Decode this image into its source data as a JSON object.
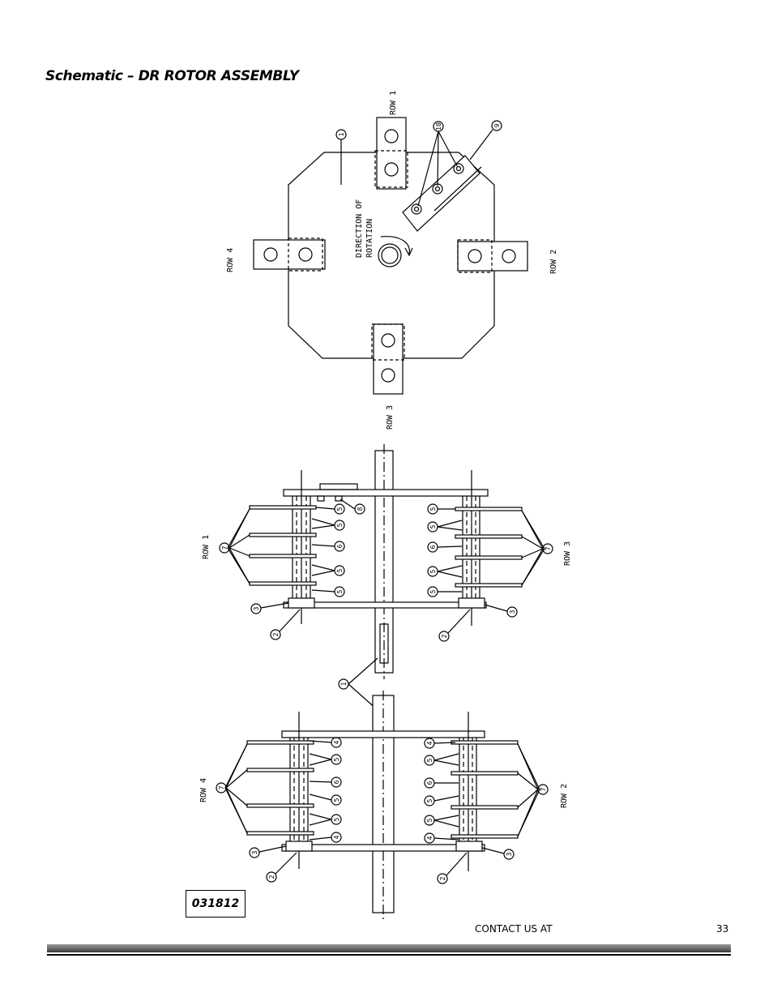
{
  "title": "Schematic – DR ROTOR ASSEMBLY",
  "top_view": {
    "row1": "ROW 1",
    "row2": "ROW 2",
    "row3": "ROW 3",
    "row4": "ROW 4",
    "direction_line1": "DIRECTION OF",
    "direction_line2": "ROTATION"
  },
  "assembly_top": {
    "left_row": "ROW 1",
    "right_row": "ROW 3"
  },
  "assembly_bottom": {
    "left_row": "ROW 4",
    "right_row": "ROW 2"
  },
  "callouts": [
    "1",
    "2",
    "3",
    "4",
    "5",
    "6",
    "7",
    "8",
    "9",
    "10"
  ],
  "part_number": "031812",
  "footer": {
    "contact": "CONTACT US AT",
    "page": "33"
  }
}
